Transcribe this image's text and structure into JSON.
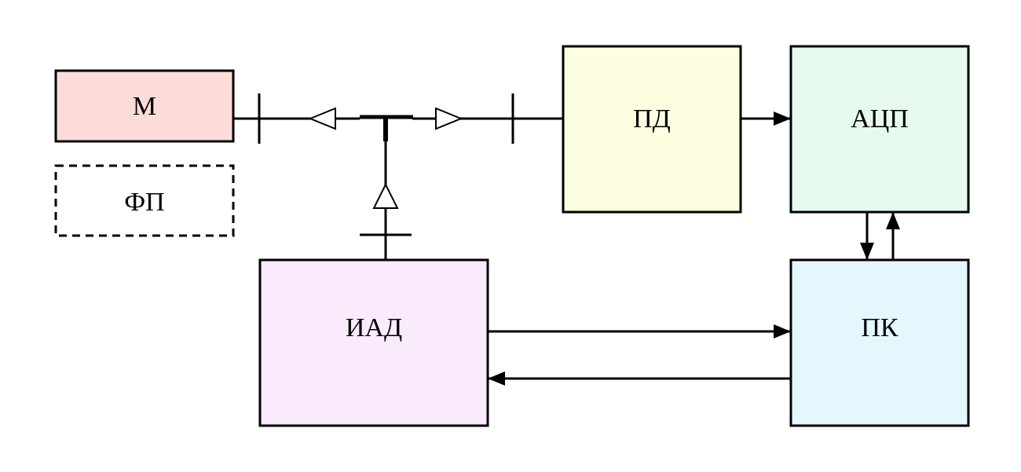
{
  "blocks": {
    "m": {
      "label": "М",
      "color": "#fbdcd8"
    },
    "fp": {
      "label": "ФП",
      "color": "#ffffff"
    },
    "pd": {
      "label": "ПД",
      "color": "#fdfde0"
    },
    "adc": {
      "label": "АЦП",
      "color": "#e6fbee"
    },
    "iad": {
      "label": "ИАД",
      "color": "#f9eafc"
    },
    "pk": {
      "label": "ПК",
      "color": "#e3f7fc"
    }
  }
}
